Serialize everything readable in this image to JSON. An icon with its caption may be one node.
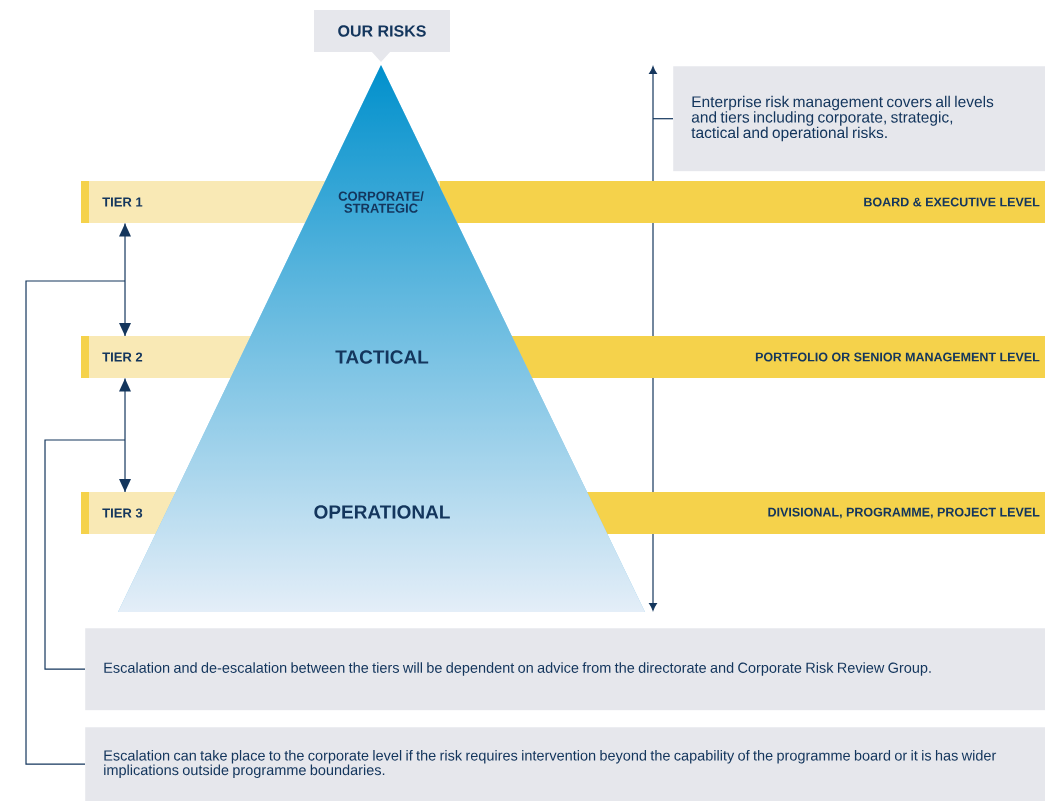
{
  "diagram": {
    "nodes": [
      {
        "text": [
          "OUR RISKS"
        ]
      },
      {
        "text": [],
        "shape": "triangle"
      },
      {
        "text": [
          "Enterprise risk management covers all levels and tiers including corporate, strategic, tactical and operational risks."
        ]
      },
      {
        "text": [
          "TIER 1",
          "CORPORATE/ STRATEGIC",
          "BOARD & EXECUTIVE LEVEL"
        ]
      },
      {
        "text": [
          "TIER 2",
          "TACTICAL",
          "PORTFOLIO OR SENIOR MANAGEMENT LEVEL"
        ]
      },
      {
        "text": [
          "TIER 3",
          "OPERATIONAL",
          "DIVISIONAL, PROGRAMME, PROJECT LEVEL"
        ]
      },
      {
        "text": [
          "Escalation and de-escalation between the tiers will be dependent on advice from the directorate and Corporate Risk Review Group."
        ]
      },
      {
        "text": [
          "Escalation can take place to the corporate level if the risk requires intervention beyond the capability of the programme board or it is has wider implications outside programme boundaries."
        ]
      }
    ],
    "edges": [
      {
        "from": 3,
        "to": 4,
        "arrow": "both"
      },
      {
        "from": 4,
        "to": 5,
        "arrow": "both"
      },
      {
        "from": 2,
        "to": null,
        "arrow": "none"
      },
      {
        "from": 6,
        "to": null,
        "arrow": "none"
      },
      {
        "from": 7,
        "to": null,
        "arrow": "none"
      }
    ]
  }
}
